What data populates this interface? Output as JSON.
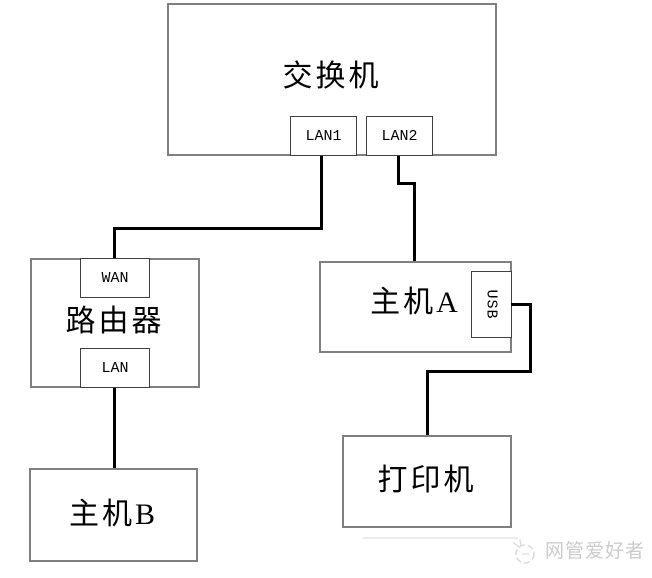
{
  "diagram": {
    "nodes": {
      "switch": {
        "label": "交换机",
        "ports": [
          "LAN1",
          "LAN2"
        ]
      },
      "router": {
        "label": "路由器",
        "ports": [
          "WAN",
          "LAN"
        ]
      },
      "host_a": {
        "label": "主机A",
        "ports": [
          "USB"
        ]
      },
      "printer": {
        "label": "打印机"
      },
      "host_b": {
        "label": "主机B"
      }
    },
    "edges": [
      {
        "from": "switch.LAN1",
        "to": "router.WAN"
      },
      {
        "from": "switch.LAN2",
        "to": "host_a"
      },
      {
        "from": "host_a.USB",
        "to": "printer"
      },
      {
        "from": "router.LAN",
        "to": "host_b"
      }
    ]
  },
  "watermark": {
    "text": "网管爱好者",
    "logo": "sketch-circle-logo"
  },
  "colors": {
    "background": "#ffffff",
    "node_border": "#7f7f7f",
    "port_border": "#404040",
    "wire": "#000000",
    "text": "#000000",
    "watermark_text": "#cccccc"
  }
}
